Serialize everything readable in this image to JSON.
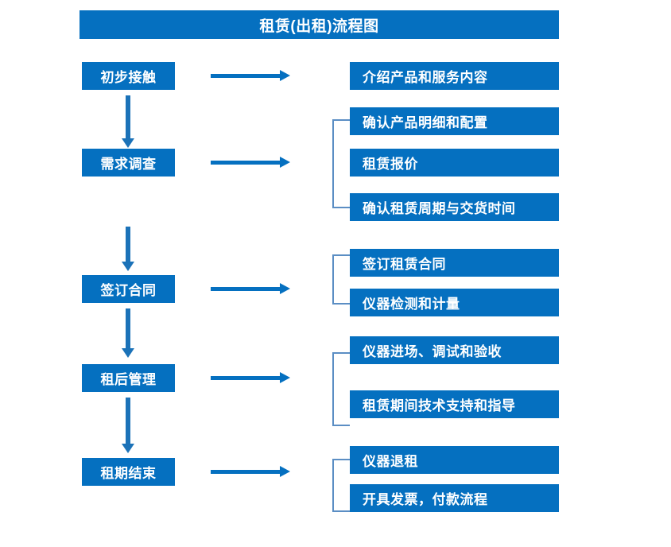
{
  "diagram": {
    "title": "租赁(出租)流程图",
    "colors": {
      "box_blue": "#0570c0",
      "arrow_blue": "#1b72b8",
      "bracket_blue": "#5b8ec4",
      "text": "#ffffff",
      "background": "#ffffff"
    },
    "stages": [
      {
        "id": "stage-1",
        "label": "初步接触",
        "details": [
          "介绍产品和服务内容"
        ]
      },
      {
        "id": "stage-2",
        "label": "需求调查",
        "details": [
          "确认产品明细和配置",
          "租赁报价",
          "确认租赁周期与交货时间"
        ]
      },
      {
        "id": "stage-3",
        "label": "签订合同",
        "details": [
          "签订租赁合同",
          "仪器检测和计量"
        ]
      },
      {
        "id": "stage-4",
        "label": "租后管理",
        "details": [
          "仪器进场、调试和验收",
          "租赁期间技术支持和指导"
        ]
      },
      {
        "id": "stage-5",
        "label": "租期结束",
        "details": [
          "仪器退租",
          "开具发票，付款流程"
        ]
      }
    ]
  },
  "boxes": {
    "title": "租赁(出租)流程图",
    "stage_1": "初步接触",
    "stage_2": "需求调查",
    "stage_3": "签订合同",
    "stage_4": "租后管理",
    "stage_5": "租期结束",
    "detail_1_1": "介绍产品和服务内容",
    "detail_2_1": "确认产品明细和配置",
    "detail_2_2": "租赁报价",
    "detail_2_3": "确认租赁周期与交货时间",
    "detail_3_1": "签订租赁合同",
    "detail_3_2": "仪器检测和计量",
    "detail_4_1": "仪器进场、调试和验收",
    "detail_4_2": "租赁期间技术支持和指导",
    "detail_5_1": "仪器退租",
    "detail_5_2": "开具发票，付款流程"
  }
}
